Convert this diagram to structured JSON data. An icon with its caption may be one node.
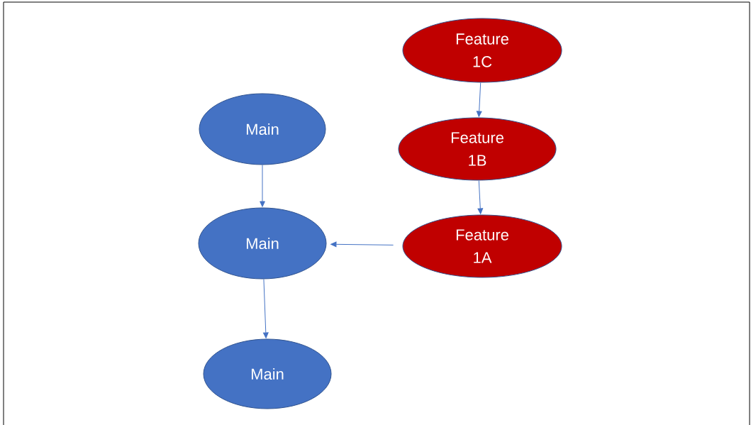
{
  "diagram": {
    "nodes": [
      {
        "text": [
          "Feature 1C"
        ]
      },
      {
        "text": [
          "Main"
        ]
      },
      {
        "text": [
          "Feature 1B"
        ]
      },
      {
        "text": [
          "Main"
        ]
      },
      {
        "text": [
          "Feature 1A"
        ]
      },
      {
        "text": [
          "Main"
        ]
      }
    ],
    "edges": [
      {
        "from": 0,
        "to": 2,
        "arrow": "to"
      },
      {
        "from": 2,
        "to": 4,
        "arrow": "to"
      },
      {
        "from": 4,
        "to": 3,
        "arrow": "to"
      },
      {
        "from": 1,
        "to": 3,
        "arrow": "to"
      },
      {
        "from": 3,
        "to": 5,
        "arrow": "to"
      }
    ]
  }
}
